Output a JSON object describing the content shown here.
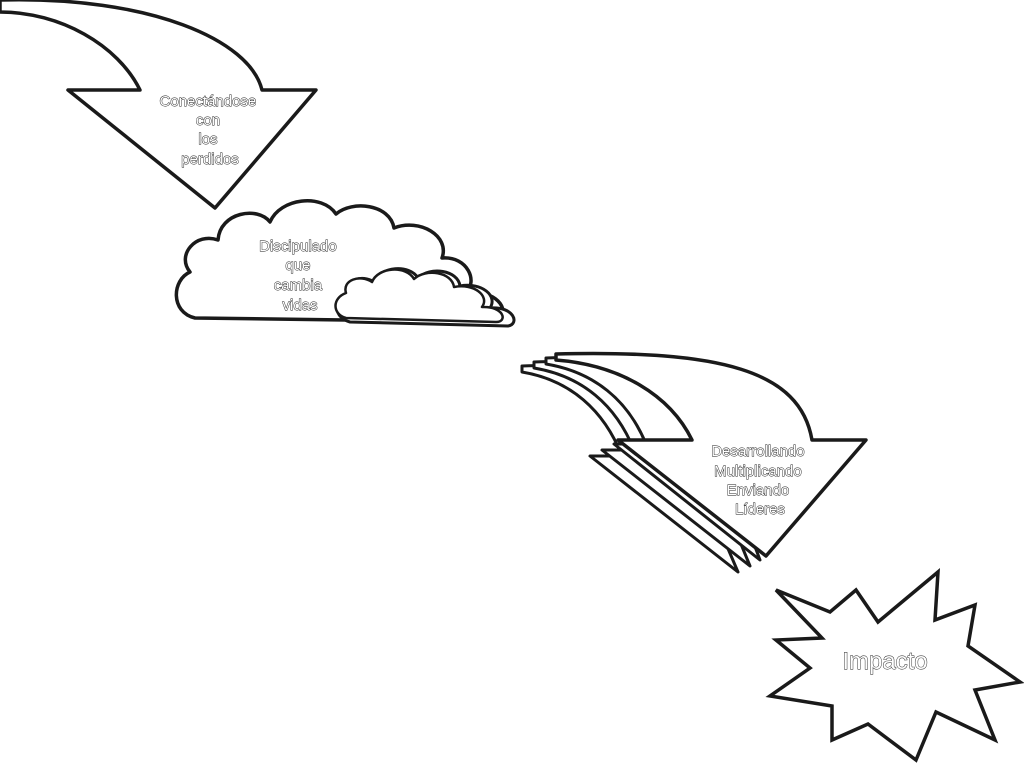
{
  "diagram": {
    "colors": {
      "stroke": "#1a1a1a",
      "fill": "#ffffff",
      "text_fill": "#ffffff"
    },
    "steps": [
      {
        "id": "connecting",
        "shape": "curved-down-arrow",
        "lines": [
          "Conectándose",
          "con",
          "los",
          "perdidos"
        ]
      },
      {
        "id": "discipleship",
        "shape": "cloud",
        "lines": [
          "Discipulado",
          "que",
          "cambia",
          "vidas"
        ]
      },
      {
        "id": "leaders",
        "shape": "stacked-curved-down-arrows",
        "lines": [
          "Desarrollando",
          "Multiplicando",
          "Enviando",
          "Líderes"
        ]
      },
      {
        "id": "impact",
        "shape": "starburst",
        "lines": [
          "Impacto"
        ]
      }
    ]
  }
}
